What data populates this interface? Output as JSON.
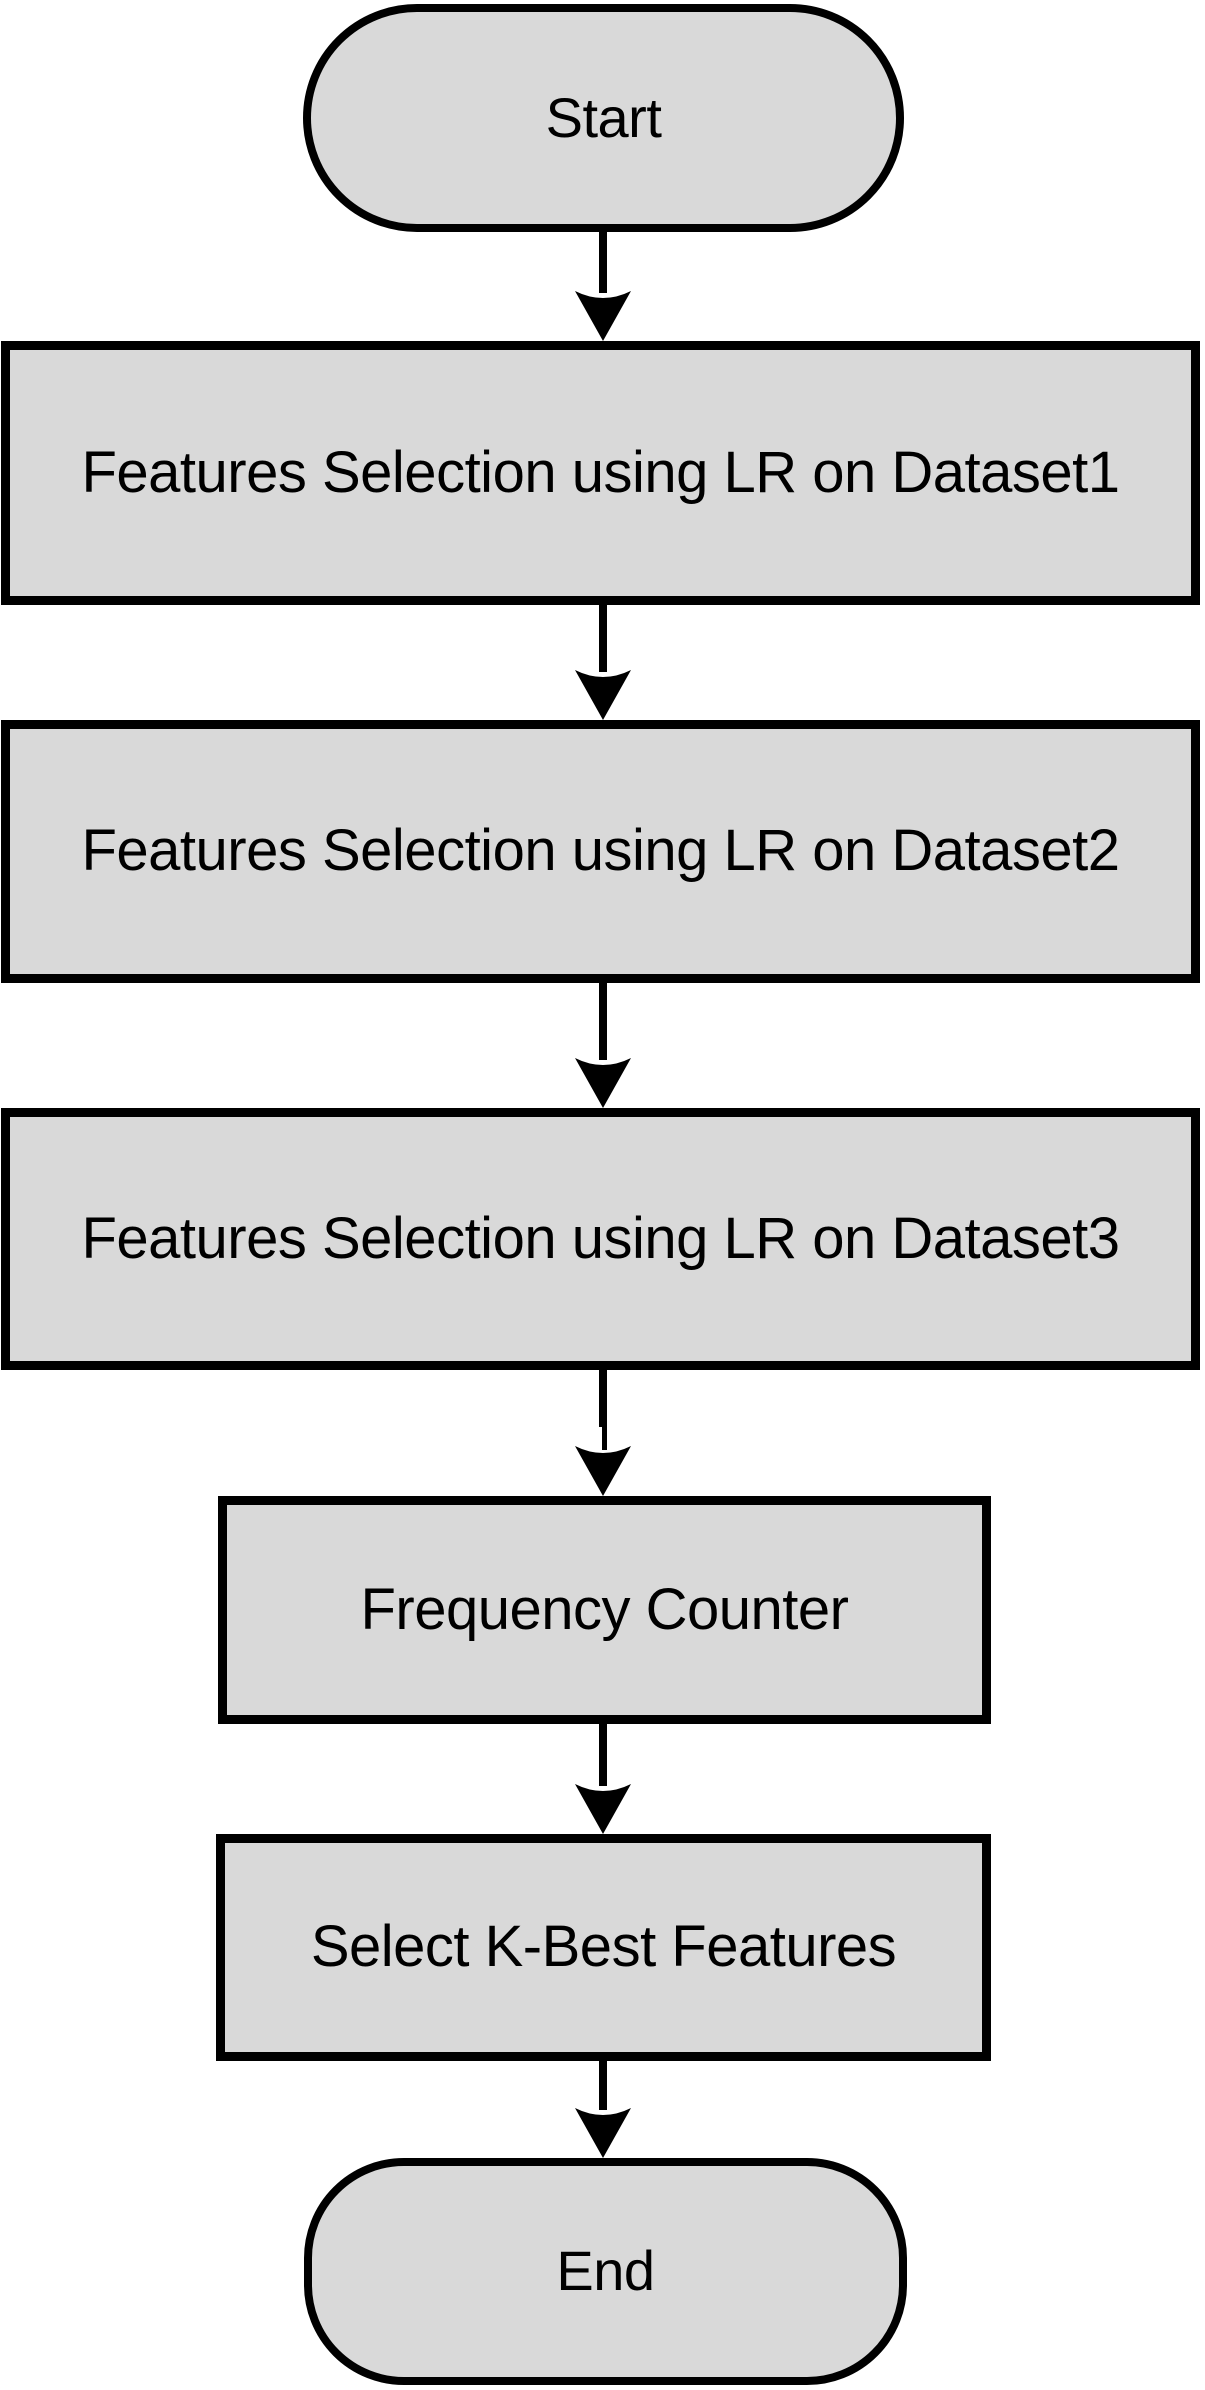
{
  "diagram": {
    "type": "flowchart",
    "colors": {
      "background": "#ffffff",
      "fill": "#d9d9d9",
      "stroke": "#000000",
      "text": "#000000"
    },
    "nodes": [
      {
        "id": "start",
        "shape": "terminator",
        "label": "Start"
      },
      {
        "id": "fs1",
        "shape": "process",
        "label": "Features Selection using LR on Dataset1"
      },
      {
        "id": "fs2",
        "shape": "process",
        "label": "Features Selection using LR on Dataset2"
      },
      {
        "id": "fs3",
        "shape": "process",
        "label": "Features Selection using LR on Dataset3"
      },
      {
        "id": "freq",
        "shape": "process",
        "label": "Frequency Counter"
      },
      {
        "id": "kbest",
        "shape": "process",
        "label": "Select K-Best Features"
      },
      {
        "id": "end",
        "shape": "terminator",
        "label": "End"
      }
    ],
    "edges": [
      {
        "from": "start",
        "to": "fs1"
      },
      {
        "from": "fs1",
        "to": "fs2"
      },
      {
        "from": "fs2",
        "to": "fs3"
      },
      {
        "from": "fs3",
        "to": "freq"
      },
      {
        "from": "freq",
        "to": "kbest"
      },
      {
        "from": "kbest",
        "to": "end"
      }
    ]
  }
}
